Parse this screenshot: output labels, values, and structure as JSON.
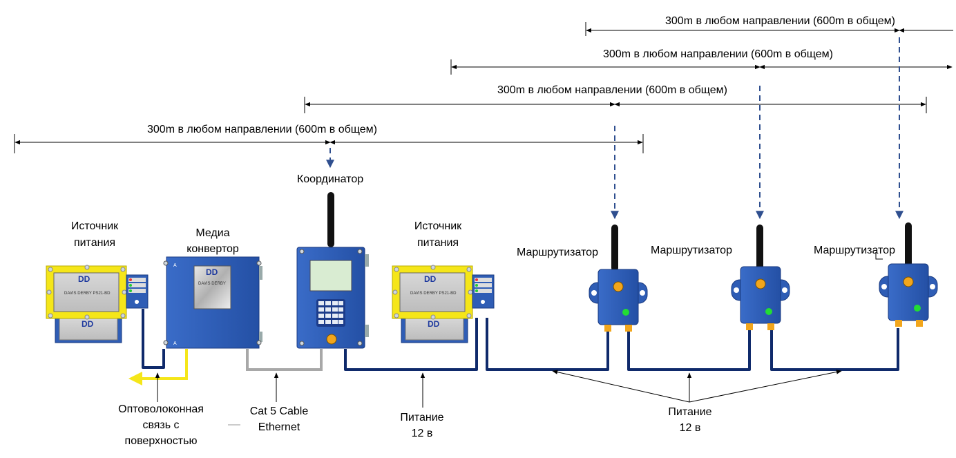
{
  "dimension_label": "300m в любом направлении  (600m в общем)",
  "labels": {
    "coordinator": "Координатор",
    "power_source_1": [
      "Источник",
      "питания"
    ],
    "media_converter": [
      "Медиа",
      "конвертор"
    ],
    "power_source_2": [
      "Источник",
      "питания"
    ],
    "router_1": "Маршрутизатор",
    "router_2": "Маршрутизатор",
    "router_3": "Маршрутизатор",
    "fiber": [
      "Оптоволоконная",
      "связь с",
      "поверхностью"
    ],
    "cat5": [
      "Cat 5 Cable",
      "Ethernet"
    ],
    "power_left": [
      "Питание",
      "12 в"
    ],
    "power_right": [
      "Питание",
      "12 в"
    ]
  },
  "device_text": {
    "logo": "DD",
    "psu_model": "DAVIS DERBY PS21-BD",
    "converter_model": "DAVIS DERBY"
  },
  "colors": {
    "device_blue": "#2f5db5",
    "psu_yellow": "#f5e619",
    "cable_navy": "#0f2a6b",
    "fiber_yellow": "#f5e619",
    "ethernet_gray": "#a8a8a8",
    "led_green": "#22dd33",
    "connector_orange": "#f2a61c",
    "dashed_arrow": "#2f4f8f"
  }
}
